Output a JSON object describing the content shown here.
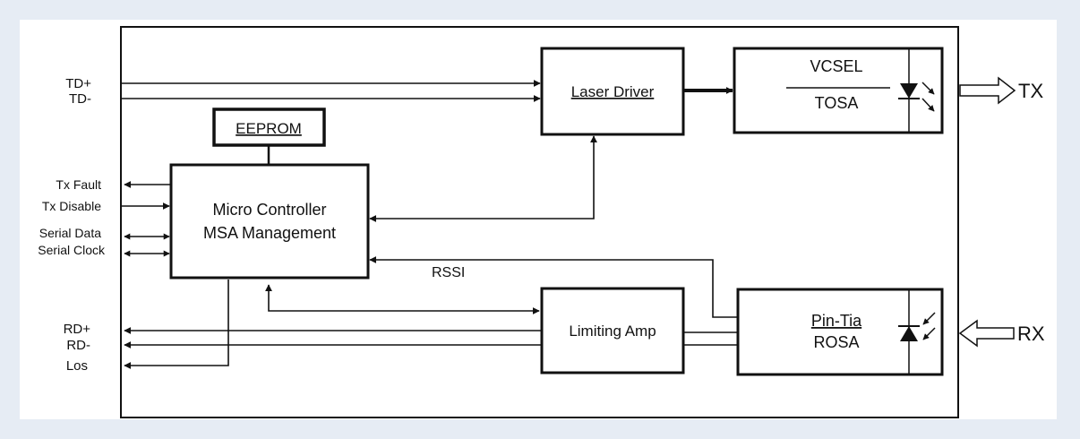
{
  "blocks": {
    "eeprom": "EEPROM",
    "micro_controller_line1": "Micro Controller",
    "micro_controller_line2": "MSA Management",
    "laser_driver": "Laser Driver",
    "vcsel": "VCSEL",
    "tosa": "TOSA",
    "limiting_amp": "Limiting Amp",
    "pin_tia": "Pin-Tia",
    "rosa": "ROSA"
  },
  "signals": {
    "td_plus": "TD+",
    "td_minus": "TD-",
    "tx_fault": "Tx Fault",
    "tx_disable": "Tx Disable",
    "serial_data": "Serial Data",
    "serial_clock": "Serial Clock",
    "rd_plus": "RD+",
    "rd_minus": "RD-",
    "los": "Los",
    "rssi": "RSSI",
    "tx": "TX",
    "rx": "RX"
  },
  "colors": {
    "panel": "#ffffff",
    "page_border": "#e6ecf4",
    "line": "#111111"
  }
}
